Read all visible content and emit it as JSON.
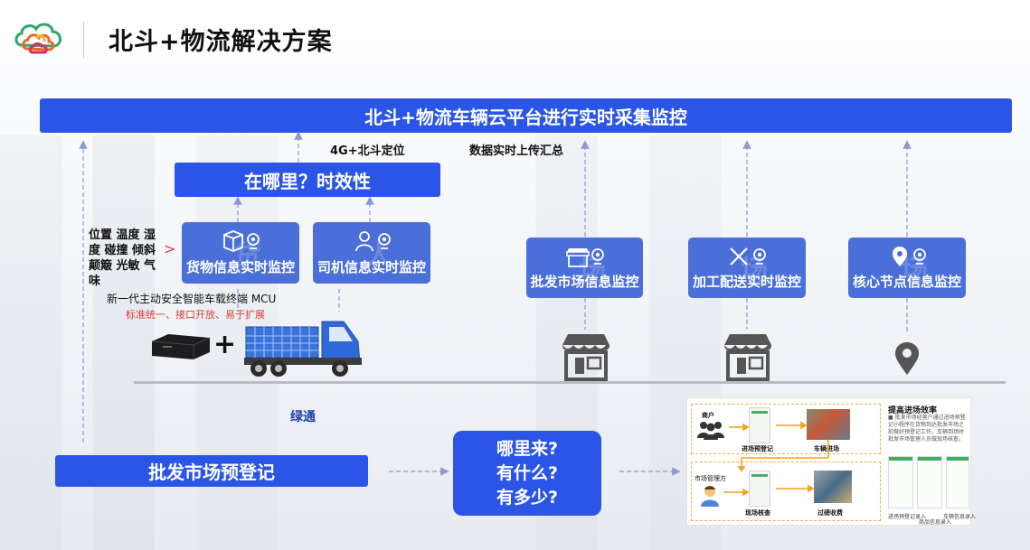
{
  "header": {
    "title": "北斗+物流解决方案",
    "logo_icon": "cloud-logo-icon"
  },
  "platform_bar": "北斗+物流车辆云平台进行实时采集监控",
  "labels": {
    "positioning": "4G+北斗定位",
    "upload": "数据实时上传汇总",
    "green": "绿通"
  },
  "where_bar": "在哪里？时效性",
  "sensors": {
    "text": "位置 温度 湿度 碰撞 倾斜 颠簸 光敏 气味",
    "terminal": "新一代主动安全智能车载终端   MCU",
    "terminal_note": "标准统一、接口开放、易于扩展",
    "plus": "+"
  },
  "cards": [
    {
      "label": "货物信息实时监控",
      "watermark": "货",
      "icon": "package-icon"
    },
    {
      "label": "司机信息实时监控",
      "watermark": "人",
      "icon": "person-icon"
    },
    {
      "label": "批发市场信息监控",
      "watermark": "场",
      "icon": "store-icon"
    },
    {
      "label": "加工配送实时监控",
      "watermark": "场",
      "icon": "tools-icon"
    },
    {
      "label": "核心节点信息监控",
      "watermark": "场",
      "icon": "location-pin-icon"
    }
  ],
  "registration_bar": "批发市场预登记",
  "questions": [
    "哪里来?",
    "有什么?",
    "有多少?"
  ],
  "flow_panel": {
    "title": "提高进场效率",
    "description": "■ 批发市场经营户通过进场预登记小程序在货物到达批发市场之前做好预登记工作，车辆到场时批发市场管理人员做现场核查。",
    "merchant": "商户",
    "pre_register": "进场预登记",
    "vehicle_enter": "车辆进场",
    "market_manager": "市场管理方",
    "onsite_check": "现场核查",
    "weigh_fee": "过磅收费",
    "screen_caption_1": "进场预登记录入",
    "screen_caption_2": "商品信息录入",
    "screen_caption_3": "车辆信息录入"
  },
  "colors": {
    "primary_blue": "#2a55e6",
    "card_blue": "#4a6fd8",
    "accent_red": "#e03a3a",
    "flow_orange": "#f0b23a"
  }
}
